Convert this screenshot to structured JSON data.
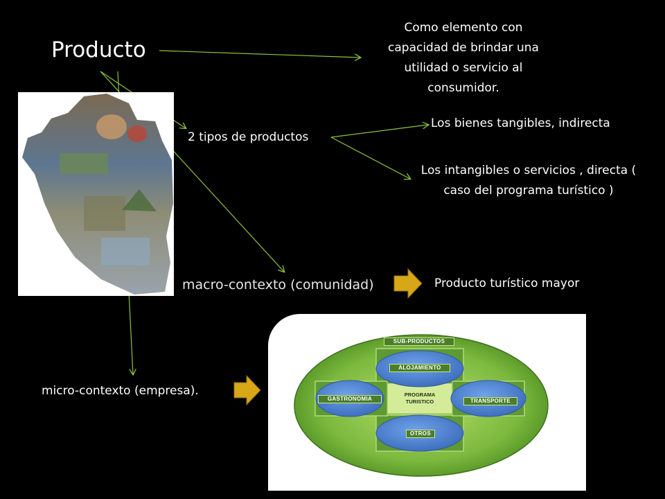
{
  "title": "Producto",
  "definition": "Como elemento con capacidad de brindar una utilidad o servicio al consumidor.",
  "tipos": "2 tipos de productos",
  "tangibles": "Los bienes tangibles, indirecta",
  "intangibles": "Los intangibles o servicios , directa ( caso del programa turístico )",
  "macro": "macro-contexto (comunidad)",
  "macro_result": "Producto turístico mayor",
  "micro": "micro-contexto (empresa).",
  "diagram": {
    "sub_productos": "SUB-PRODUCTOS",
    "alojamiento": "ALOJAMIENTO",
    "gastronomia": "GASTRONOMIA",
    "transporte": "TRANSPORTE",
    "otros": "OTROS",
    "programa": "PROGRAMA",
    "turistico": "TURISTICO"
  },
  "colors": {
    "background": "#000000",
    "connector": "#8cc63f",
    "block_arrow": "#d8a718",
    "ellipse": "#7dba3f",
    "circle": "#4f86d6"
  }
}
